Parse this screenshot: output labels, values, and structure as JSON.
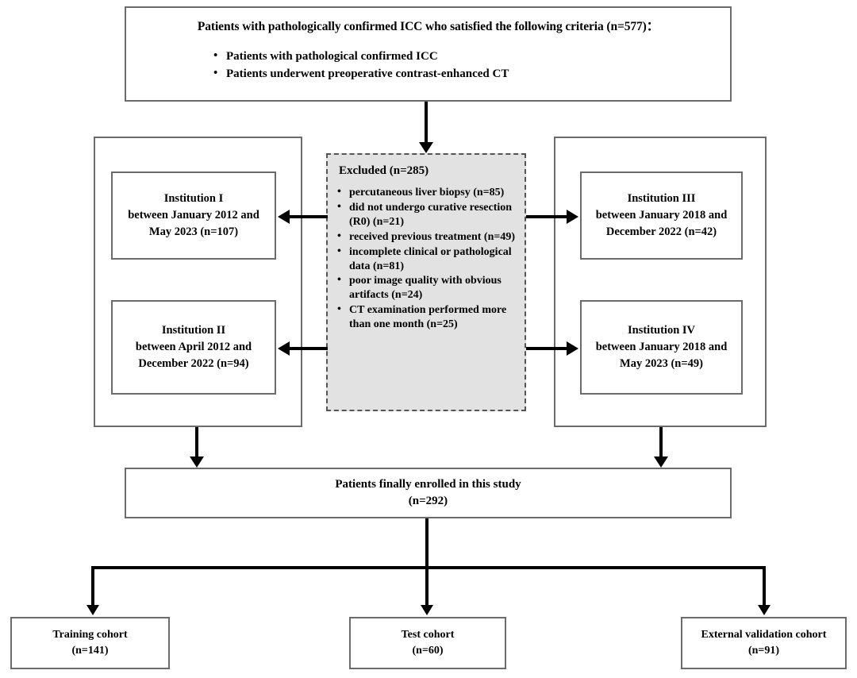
{
  "figure": {
    "type": "study-enrollment-flowchart",
    "colors": {
      "box_border": "#6b6b6b",
      "connector": "#000000",
      "excluded_fill": "#e2e2e2",
      "excluded_border": "#555555",
      "background": "#ffffff"
    }
  },
  "top_box": {
    "title": "Patients with pathologically confirmed ICC who satisfied the following criteria (n=577)：",
    "criteria": [
      "Patients with pathological confirmed ICC",
      "Patients underwent preoperative contrast-enhanced CT"
    ]
  },
  "excluded": {
    "title": "Excluded  (n=285)",
    "reasons": [
      " percutaneous liver biopsy (n=85)",
      "did not undergo curative resection (R0) (n=21)",
      "received previous treatment (n=49)",
      "incomplete clinical or pathological data (n=81)",
      "poor image quality with obvious artifacts (n=24)",
      "CT examination performed more than one month (n=25)"
    ]
  },
  "institutions": [
    {
      "id": "institution-1",
      "line1": "Institution I",
      "line2": "between January 2012 and",
      "line3": "May 2023 (n=107)"
    },
    {
      "id": "institution-2",
      "line1": "Institution II",
      "line2": "between April 2012 and",
      "line3": "December 2022 (n=94)"
    },
    {
      "id": "institution-3",
      "line1": "Institution III",
      "line2": "between January 2018 and",
      "line3": "December 2022 (n=42)"
    },
    {
      "id": "institution-4",
      "line1": "Institution IV",
      "line2": "between January 2018 and",
      "line3": "May 2023 (n=49)"
    }
  ],
  "enrolled": {
    "line1": "Patients finally enrolled in this study",
    "line2": "(n=292)"
  },
  "cohorts": [
    {
      "id": "training-cohort",
      "label": "Training cohort",
      "count": "(n=141)"
    },
    {
      "id": "test-cohort",
      "label": "Test cohort",
      "count": "(n=60)"
    },
    {
      "id": "external-validation-cohort",
      "label": "External validation cohort",
      "count": "(n=91)"
    }
  ]
}
